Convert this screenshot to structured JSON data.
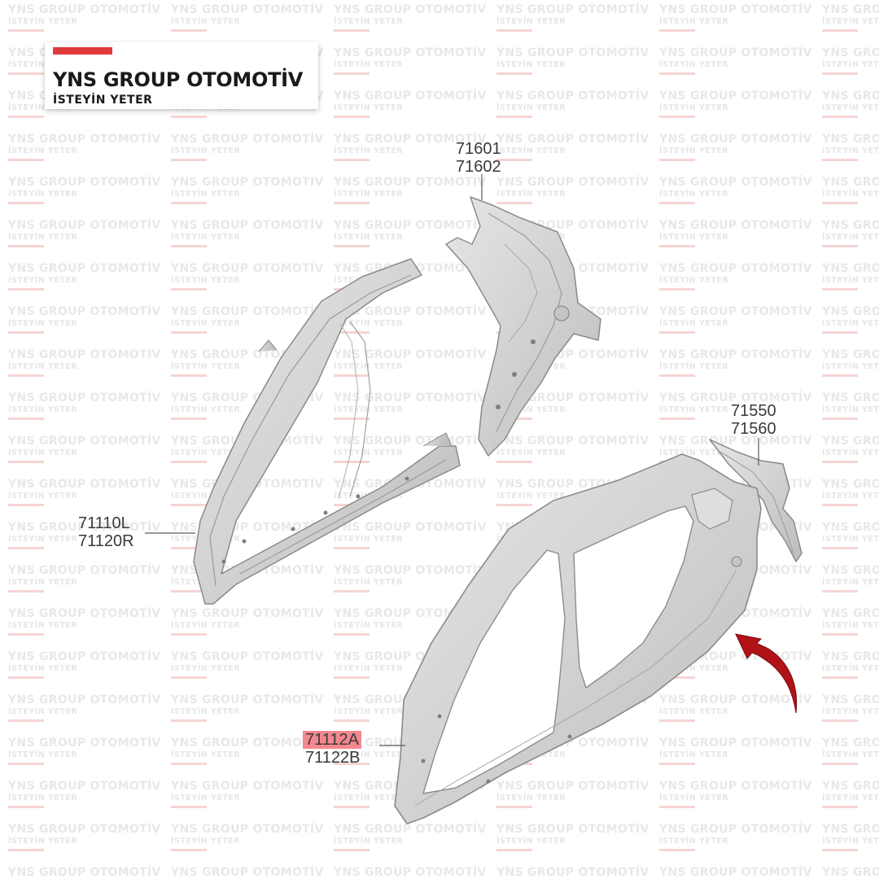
{
  "brand": {
    "title": "YNS GROUP OTOMOTİV",
    "subtitle": "İSTEYİN YETER",
    "accent_color": "#e0393e"
  },
  "watermark": {
    "line1": "YNS GROUP OTOMOTİV",
    "line2": "İSTEYİN YETER"
  },
  "callouts": [
    {
      "id": "inner-front-pillar",
      "line1": "71110L",
      "line2": "71120R",
      "highlight": false
    },
    {
      "id": "quarter-inner-upper",
      "line1": "71601",
      "line2": "71602",
      "highlight": false
    },
    {
      "id": "quarter-extension",
      "line1": "71550",
      "line2": "71560",
      "highlight": false
    },
    {
      "id": "side-outer-panel",
      "line1": "71112A",
      "line2": "71122B",
      "highlight": true
    }
  ],
  "colors": {
    "highlight": "#f4888f",
    "arrow": "#b01217",
    "part_fill": "#d9d9d9",
    "part_stroke": "#8a8a8a"
  },
  "icons": {
    "direction_arrow": "curved-arrow-icon"
  }
}
